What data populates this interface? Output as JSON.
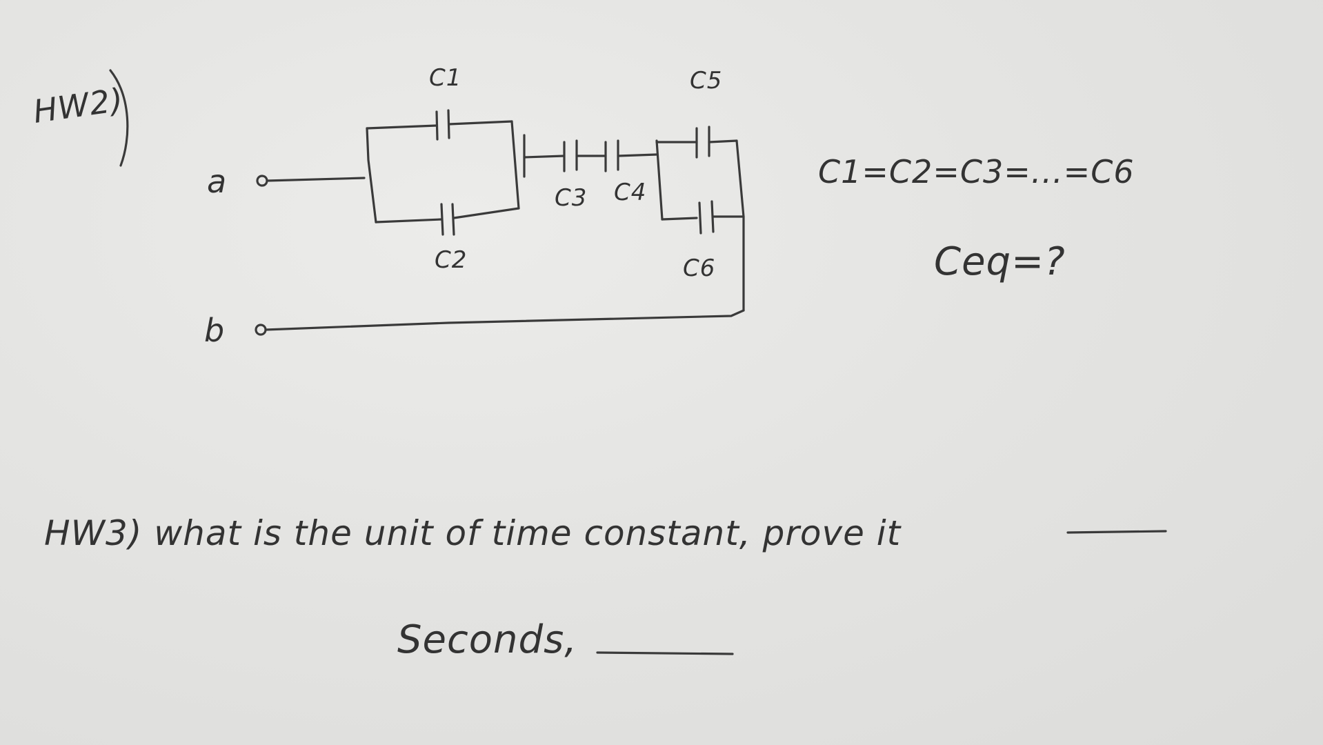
{
  "hw2": {
    "heading": "HW2)",
    "terminal_a": "a",
    "terminal_b": "b",
    "capacitors": {
      "c1": "C1",
      "c2": "C2",
      "c3": "C3",
      "c4": "C4",
      "c5": "C5",
      "c6": "C6"
    },
    "equality": "C1=C2=C3=...=C6",
    "question": "Ceq=?"
  },
  "hw3": {
    "question": "HW3) what is the unit of time constant, prove it",
    "answer": "Seconds,"
  }
}
